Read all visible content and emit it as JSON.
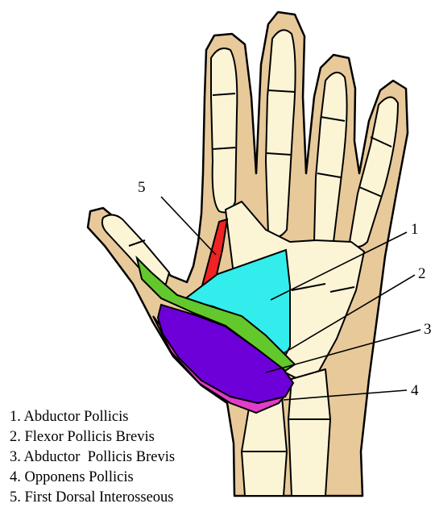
{
  "diagram": {
    "colors": {
      "skin": "#e8c99a",
      "bone": "#fbf5d6",
      "outline": "#000000",
      "muscle_1": "#33eded",
      "muscle_2": "#62c82c",
      "muscle_3": "#6d00d8",
      "muscle_4": "#e23dc9",
      "muscle_5": "#ef2323"
    },
    "callout_numbers": [
      "1",
      "2",
      "3",
      "4",
      "5"
    ],
    "legend": [
      "1. Abductor Pollicis",
      "2. Flexor Pollicis Brevis",
      "3. Abductor  Pollicis Brevis",
      "4. Opponens Pollicis",
      "5. First Dorsal Interosseous"
    ]
  }
}
